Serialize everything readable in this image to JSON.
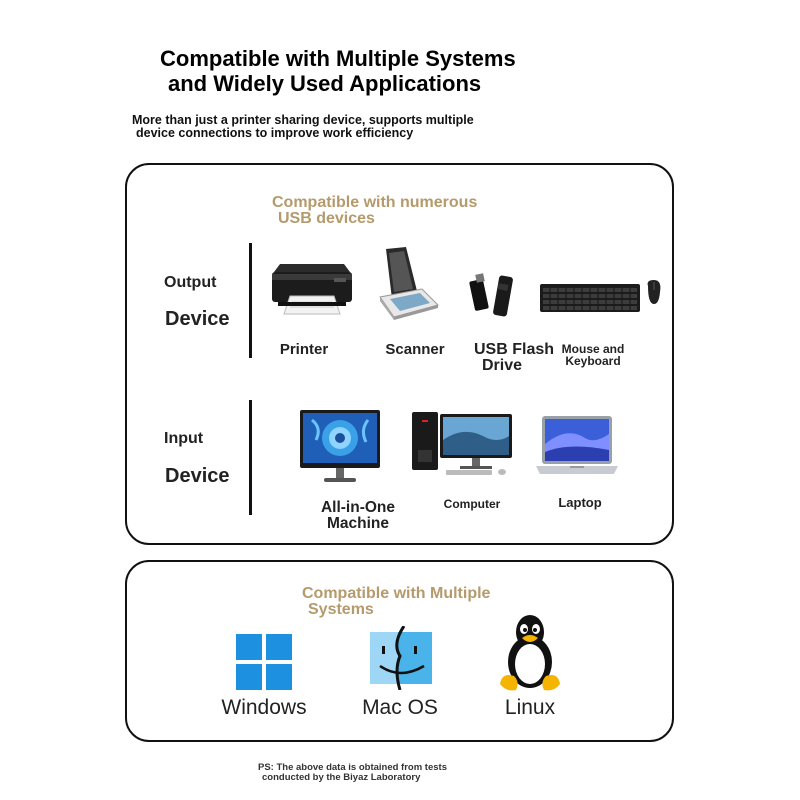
{
  "title": {
    "line1": "Compatible with Multiple Systems",
    "line2": "and Widely Used Applications"
  },
  "subtitle": {
    "line1": "More than just a printer sharing device, supports multiple",
    "line2": "device connections to improve work efficiency"
  },
  "usb_section": {
    "heading_line1": "Compatible with numerous",
    "heading_line2": "USB devices",
    "output_row": {
      "label_small": "Output",
      "label_big": "Device",
      "items": {
        "printer": "Printer",
        "scanner": "Scanner",
        "usb_line1": "USB Flash",
        "usb_line2": "Drive",
        "kb_line1": "Mouse and",
        "kb_line2": "Keyboard"
      }
    },
    "input_row": {
      "label_small": "Input",
      "label_big": "Device",
      "items": {
        "aio_line1": "All-in-One",
        "aio_line2": "Machine",
        "computer": "Computer",
        "laptop": "Laptop"
      }
    }
  },
  "os_section": {
    "heading_line1": "Compatible with Multiple",
    "heading_line2": "Systems",
    "items": {
      "windows": "Windows",
      "macos": "Mac OS",
      "linux": "Linux"
    }
  },
  "footnote": {
    "line1": "PS: The above data is obtained from tests",
    "line2": "conducted by the Biyaz Laboratory"
  },
  "colors": {
    "accent_gold": "#b49a6c",
    "windows_blue": "#1e90e0",
    "mac_blue": "#4ab3ea",
    "linux_yellow": "#f4b400"
  }
}
